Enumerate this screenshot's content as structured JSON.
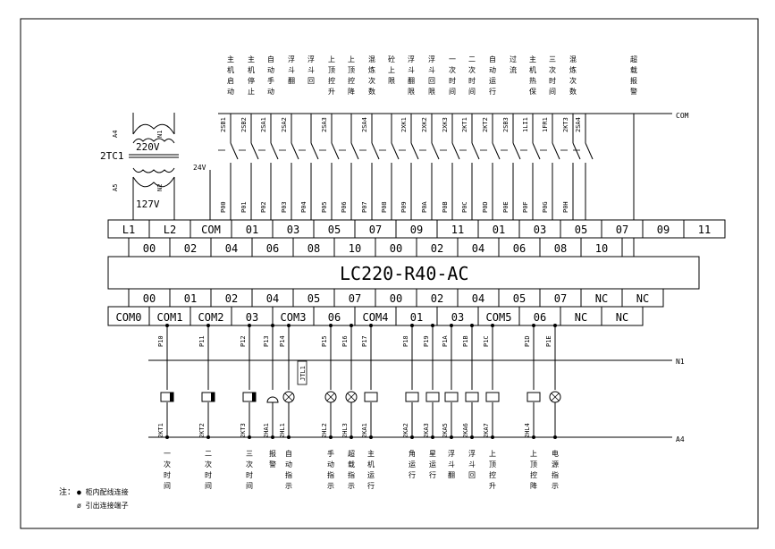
{
  "model": "LC220-R40-AC",
  "transformer": {
    "tag": "2TC1",
    "primary_voltage": "220V",
    "secondary_voltage": "127V",
    "primary_terminals": [
      "A4",
      "N1"
    ],
    "secondary_terminals": [
      "A5",
      "N2"
    ],
    "supply": "24V"
  },
  "input_functions": [
    {
      "text": "主机启动",
      "tag": "2SB1",
      "terminal": "P00"
    },
    {
      "text": "主机停止",
      "tag": "2SB2",
      "terminal": "P01"
    },
    {
      "text": "自动手动",
      "tag": "2SA1",
      "terminal": "P02"
    },
    {
      "text": "浮斗翻",
      "tag": "2SA2",
      "terminal": "P03"
    },
    {
      "text": "浮斗回",
      "tag": "",
      "terminal": "P04"
    },
    {
      "text": "上顶控升",
      "tag": "2SA3",
      "terminal": "P05"
    },
    {
      "text": "上顶控降",
      "tag": "",
      "terminal": "P06"
    },
    {
      "text": "混炼次数",
      "tag": "2SA4",
      "terminal": "P07"
    },
    {
      "text": "砼上限",
      "tag": "",
      "terminal": "P08"
    },
    {
      "text": "浮斗翻限",
      "tag": "2XK1",
      "terminal": "P09"
    },
    {
      "text": "浮斗回限",
      "tag": "2XK2",
      "terminal": "P0A"
    },
    {
      "text": "一次时间",
      "tag": "2XK3",
      "terminal": "P0B"
    },
    {
      "text": "二次时间",
      "tag": "2KT1",
      "terminal": "P0C"
    },
    {
      "text": "自动运行",
      "tag": "2KT2",
      "terminal": "P0D"
    },
    {
      "text": "过流",
      "tag": "2SB3",
      "terminal": "P0E"
    },
    {
      "text": "主机热保",
      "tag": "1LI1",
      "terminal": "P0F"
    },
    {
      "text": "三次时间",
      "tag": "1FR1",
      "terminal": "P0G"
    },
    {
      "text": "混炼次数",
      "tag": "2KT3",
      "terminal": "P0H"
    },
    {
      "text": "",
      "tag": "2SA4",
      "terminal": ""
    },
    {
      "text": "超载报警",
      "tag": "",
      "terminal": ""
    }
  ],
  "com_label": "COM",
  "plc": {
    "top_upper": [
      "L1",
      "L2",
      "COM",
      "01",
      "03",
      "05",
      "07",
      "09",
      "11",
      "01",
      "03",
      "05",
      "07",
      "09",
      "11"
    ],
    "top_lower": [
      "00",
      "02",
      "04",
      "06",
      "08",
      "10",
      "00",
      "02",
      "04",
      "06",
      "08",
      "10"
    ],
    "bot_upper": [
      "00",
      "01",
      "02",
      "04",
      "05",
      "07",
      "00",
      "02",
      "04",
      "05",
      "07",
      "NC",
      "NC"
    ],
    "bot_lower": [
      "COM0",
      "COM1",
      "COM2",
      "03",
      "COM3",
      "06",
      "COM4",
      "01",
      "03",
      "COM5",
      "06",
      "NC",
      "NC"
    ]
  },
  "output_terminals": [
    "P10",
    "P11",
    "P12",
    "P13",
    "P14",
    "P15",
    "P16",
    "P17",
    "P18",
    "P19",
    "P1A",
    "P1B",
    "P1C",
    "P1D",
    "P1E"
  ],
  "relay_tag": "JTL1",
  "rail_labels": {
    "n1": "N1",
    "a4": "A4"
  },
  "output_devices": [
    {
      "tag": "2KT1",
      "text": "一次时间"
    },
    {
      "tag": "2KT2",
      "text": "二次时间"
    },
    {
      "tag": "2KT3",
      "text": "三次时间"
    },
    {
      "tag": "2HA1",
      "text": "报警"
    },
    {
      "tag": "2HL1",
      "text": "自动指示"
    },
    {
      "tag": "2HL2",
      "text": "手动指示"
    },
    {
      "tag": "2HL3",
      "text": "超载指示"
    },
    {
      "tag": "2KA1",
      "text": "主机运行"
    },
    {
      "tag": "2KA2",
      "text": "角运行"
    },
    {
      "tag": "2KA3",
      "text": "星运行"
    },
    {
      "tag": "2KA5",
      "text": "浮斗翻"
    },
    {
      "tag": "2KA6",
      "text": "浮斗回"
    },
    {
      "tag": "2KA7",
      "text": "上顶控升"
    },
    {
      "tag": "2HL4",
      "text": "上顶控降"
    },
    {
      "tag": "",
      "text": "电源指示"
    }
  ],
  "legend": {
    "title": "注：",
    "items": [
      "● 柜内配线连接",
      "ø 引出连接端子"
    ]
  }
}
